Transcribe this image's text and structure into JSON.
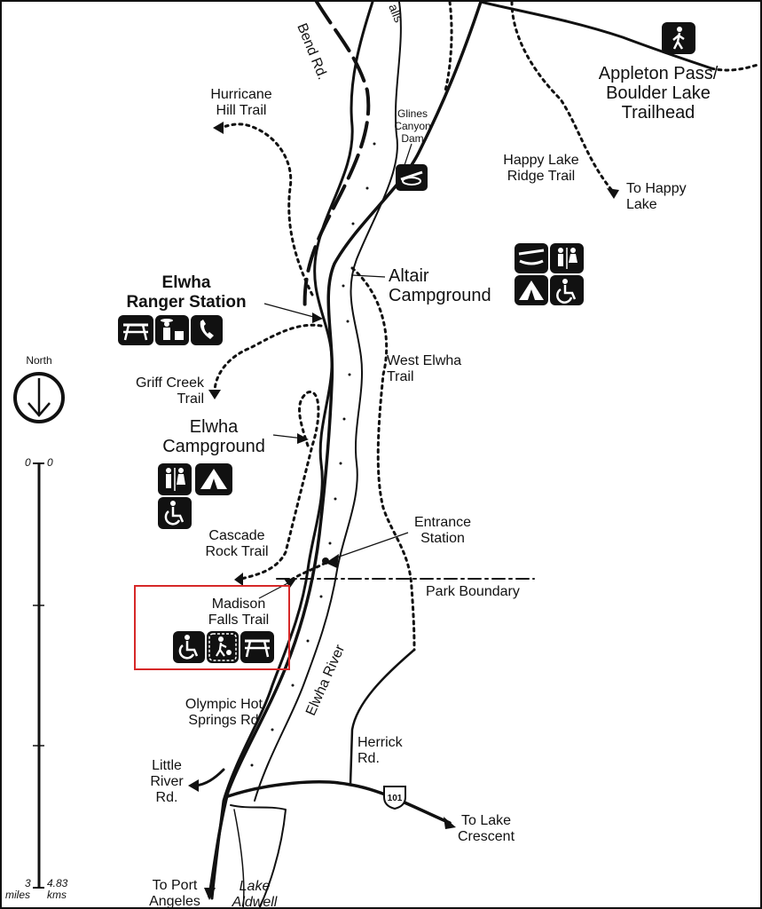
{
  "labels": {
    "bend_rd": "Bend Rd.",
    "falls_top": "alls",
    "appleton": "Appleton Pass/\nBoulder Lake\nTrailhead",
    "hurricane": "Hurricane\nHill Trail",
    "glines": "Glines\nCanyon\nDam",
    "happy_ridge": "Happy Lake\nRidge Trail",
    "to_happy": "To Happy\nLake",
    "altair": "Altair\nCampground",
    "ranger": "Elwha\nRanger Station",
    "north": "North",
    "griff": "Griff Creek\nTrail",
    "west_elwha": "West Elwha\nTrail",
    "elwha_camp": "Elwha\nCampground",
    "cascade": "Cascade\nRock Trail",
    "entrance": "Entrance\nStation",
    "park_boundary": "Park Boundary",
    "madison": "Madison\nFalls Trail",
    "elwha_river": "Elwha River",
    "olympic": "Olympic Hot\nSprings Rd.",
    "herrick": "Herrick\nRd.",
    "little_river": "Little\nRiver\nRd.",
    "to_lake_crescent": "To Lake\nCrescent",
    "to_port": "To Port\nAngeles",
    "lake_aldwell": "Lake\nAldwell",
    "highway": "101"
  },
  "scale": {
    "top_miles": "0",
    "top_kms": "0",
    "bottom_miles": "3",
    "bottom_kms": "4.83",
    "unit_miles": "miles",
    "unit_kms": "kms"
  },
  "icons": {
    "appleton": [
      "hiker-icon"
    ],
    "altair": [
      "boat-ramp-icon",
      "restroom-icon",
      "campground-icon",
      "accessible-icon"
    ],
    "ranger": [
      "picnic-table-icon",
      "ranger-icon",
      "phone-icon"
    ],
    "elwha_camp": [
      "restroom-icon",
      "campground-icon",
      "accessible-icon"
    ],
    "madison": [
      "accessible-icon",
      "accessible-trail-icon",
      "picnic-table-icon"
    ]
  },
  "colors": {
    "ink": "#111111",
    "highlight": "#d62828",
    "background": "#ffffff"
  }
}
